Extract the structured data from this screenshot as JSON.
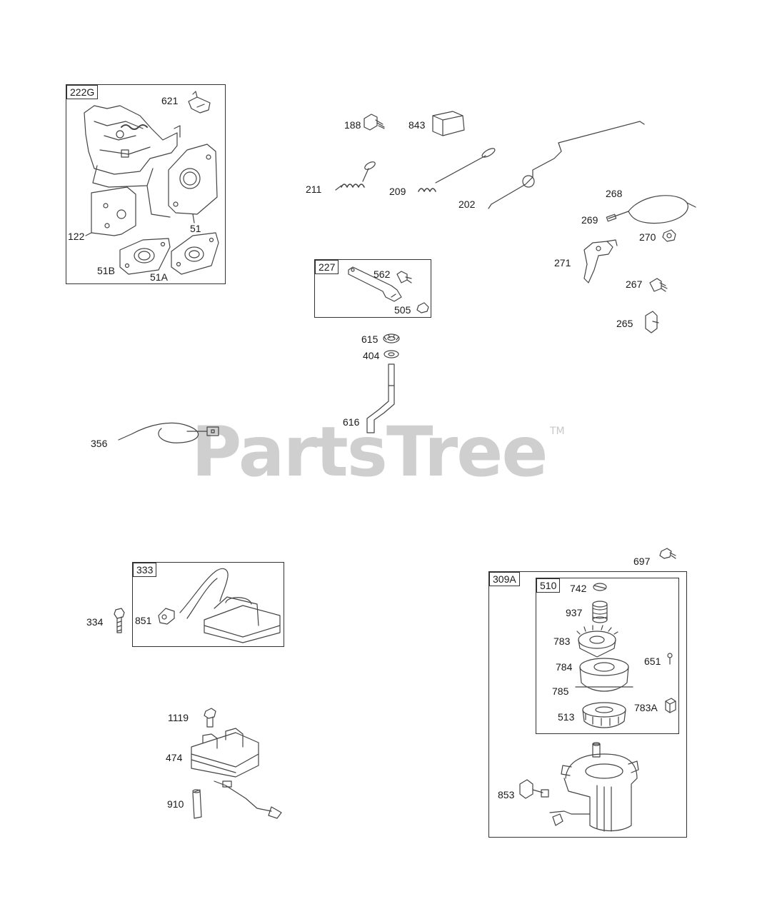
{
  "watermark": {
    "text": "PartsTree",
    "mark": "TM"
  },
  "groups": {
    "g222G": "222G",
    "g227": "227",
    "g333": "333",
    "g309A": "309A",
    "g510": "510"
  },
  "callouts": {
    "c621": "621",
    "c122": "122",
    "c51": "51",
    "c51B": "51B",
    "c51A": "51A",
    "c188": "188",
    "c843": "843",
    "c211": "211",
    "c209": "209",
    "c202": "202",
    "c268": "268",
    "c269": "269",
    "c270": "270",
    "c271": "271",
    "c267": "267",
    "c265": "265",
    "c562": "562",
    "c505": "505",
    "c615": "615",
    "c404": "404",
    "c616": "616",
    "c356": "356",
    "c334": "334",
    "c851": "851",
    "c1119": "1119",
    "c474": "474",
    "c910": "910",
    "c697": "697",
    "c742": "742",
    "c937": "937",
    "c783": "783",
    "c651": "651",
    "c784": "784",
    "c785": "785",
    "c783A": "783A",
    "c513": "513",
    "c853": "853"
  }
}
